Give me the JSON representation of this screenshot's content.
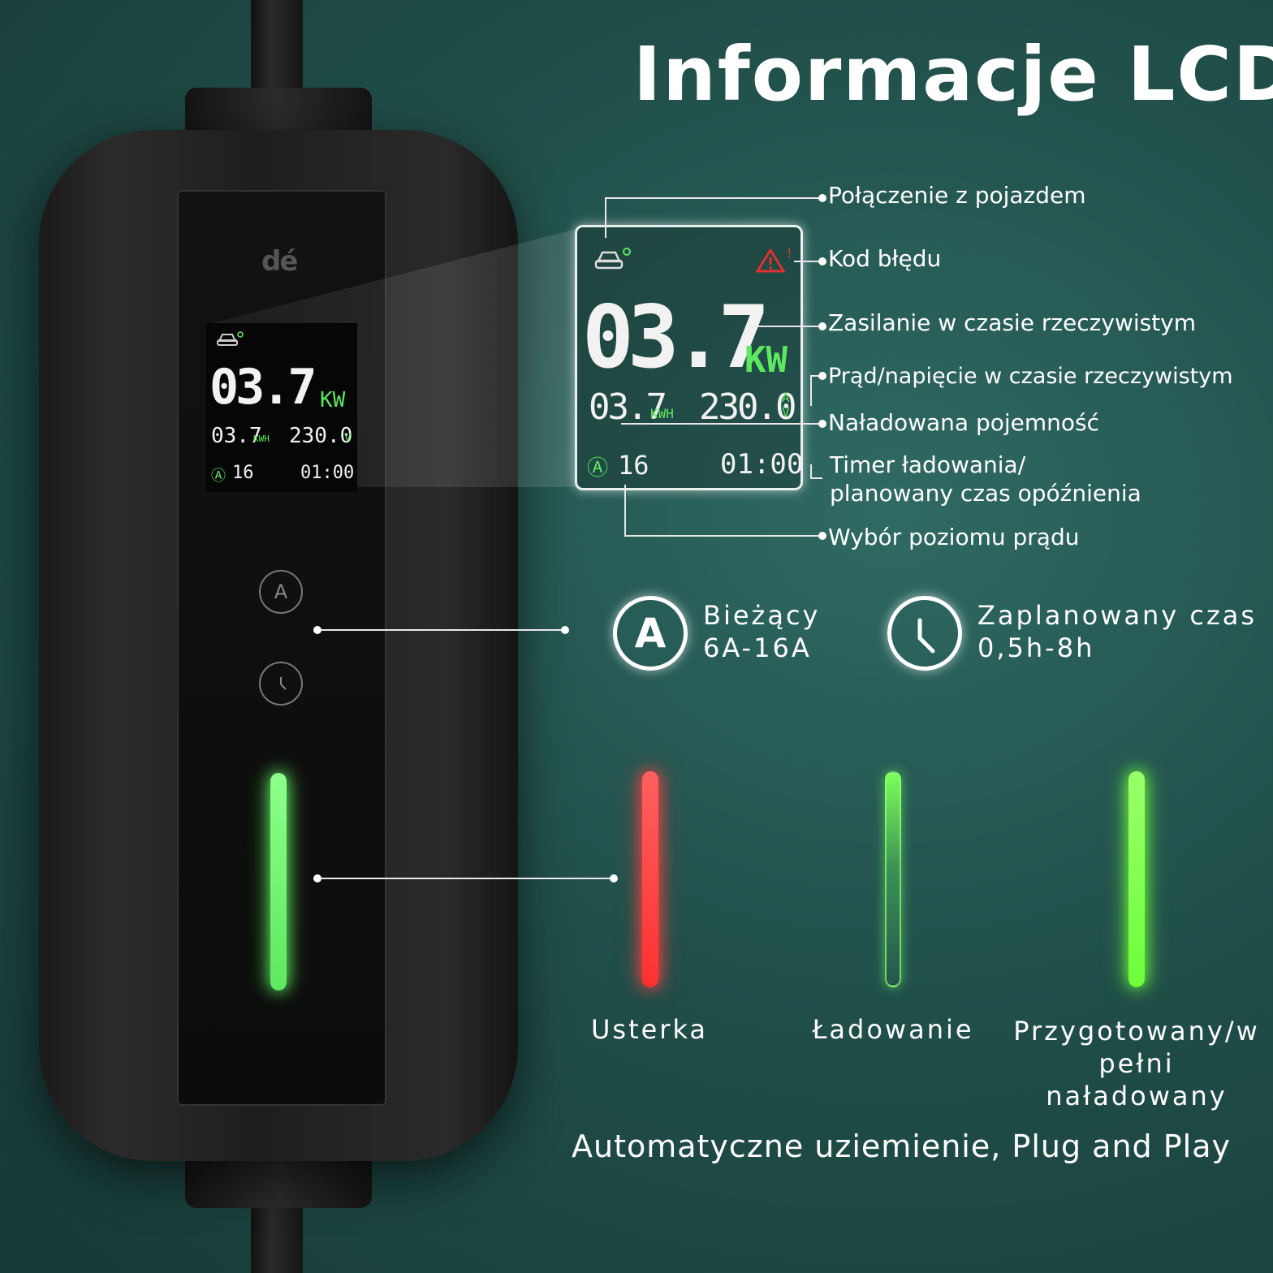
{
  "title": "Informacje LCD",
  "device": {
    "brand": "dé",
    "power_value": "03.7",
    "power_unit": "KW",
    "energy_value": "03.7",
    "energy_unit": "KWH",
    "voltage_value": "230.0",
    "voltage_unit": "V",
    "current_icon": "Ⓐ",
    "current_value": "16",
    "timer_value": "01:00",
    "btn_current_symbol": "A"
  },
  "lcd": {
    "power_value": "03.7",
    "power_unit": "KW",
    "energy_value": "03.7",
    "energy_unit": "KWH",
    "voltage_value": "230.0",
    "unit_top": "A",
    "unit_bottom": "V",
    "current_icon": "Ⓐ",
    "current_value": "16",
    "timer_value": "01:00",
    "error_mark": "!"
  },
  "labels": {
    "vehicle": "Połączenie z pojazdem",
    "error": "Kod błędu",
    "power": "Zasilanie w czasie rzeczywistym",
    "current_voltage": "Prąd/napięcie w czasie rzeczywistym",
    "energy": "Naładowana pojemność",
    "timer_line1": "Timer ładowania/",
    "timer_line2": "planowany czas opóźnienia",
    "current_level": "Wybór poziomu prądu"
  },
  "features": {
    "current_symbol": "A",
    "current_title": "Bieżący",
    "current_range": "6A-16A",
    "schedule_title": "Zaplanowany czas",
    "schedule_range": "0,5h-8h"
  },
  "status": {
    "fault": "Usterka",
    "charging": "Ładowanie",
    "ready_line1": "Przygotowany/w",
    "ready_line2": "pełni naładowany"
  },
  "footer": "Automatyczne uziemienie, Plug and Play",
  "colors": {
    "accent_green": "#5ee860",
    "fault_red": "#ff4040",
    "error_red": "#e03030"
  },
  "icons": {
    "vehicle": "car-icon",
    "error": "warning-icon",
    "clock": "clock-icon"
  }
}
